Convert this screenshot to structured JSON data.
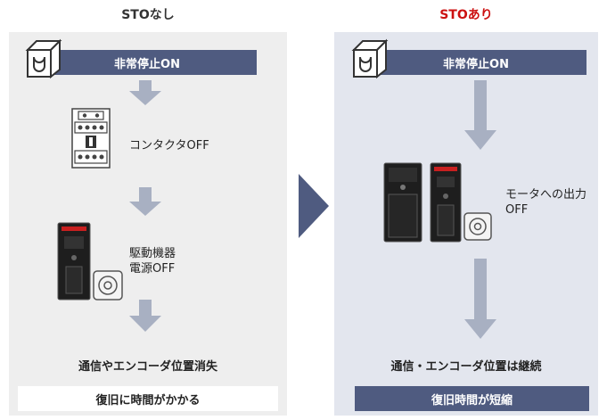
{
  "left": {
    "title": "STOなし",
    "banner": "非常停止ON",
    "step1": "コンタクタOFF",
    "step2_line1": "駆動機器",
    "step2_line2": "電源OFF",
    "outcome": "通信やエンコーダ位置消失",
    "result": "復旧に時間がかかる"
  },
  "right": {
    "title": "STOあり",
    "banner": "非常停止ON",
    "step1_line1": "モータへの出力",
    "step1_line2": "OFF",
    "outcome": "通信・エンコーダ位置は継続",
    "result": "復旧時間が短縮"
  },
  "colors": {
    "left_title": "#333333",
    "right_title": "#cc1111",
    "banner": "#4f5b80",
    "left_panel": "#eeeeee",
    "right_panel": "#e3e6ee",
    "arrow": "#a8b0c2",
    "right_result_bg": "#4f5b80"
  }
}
